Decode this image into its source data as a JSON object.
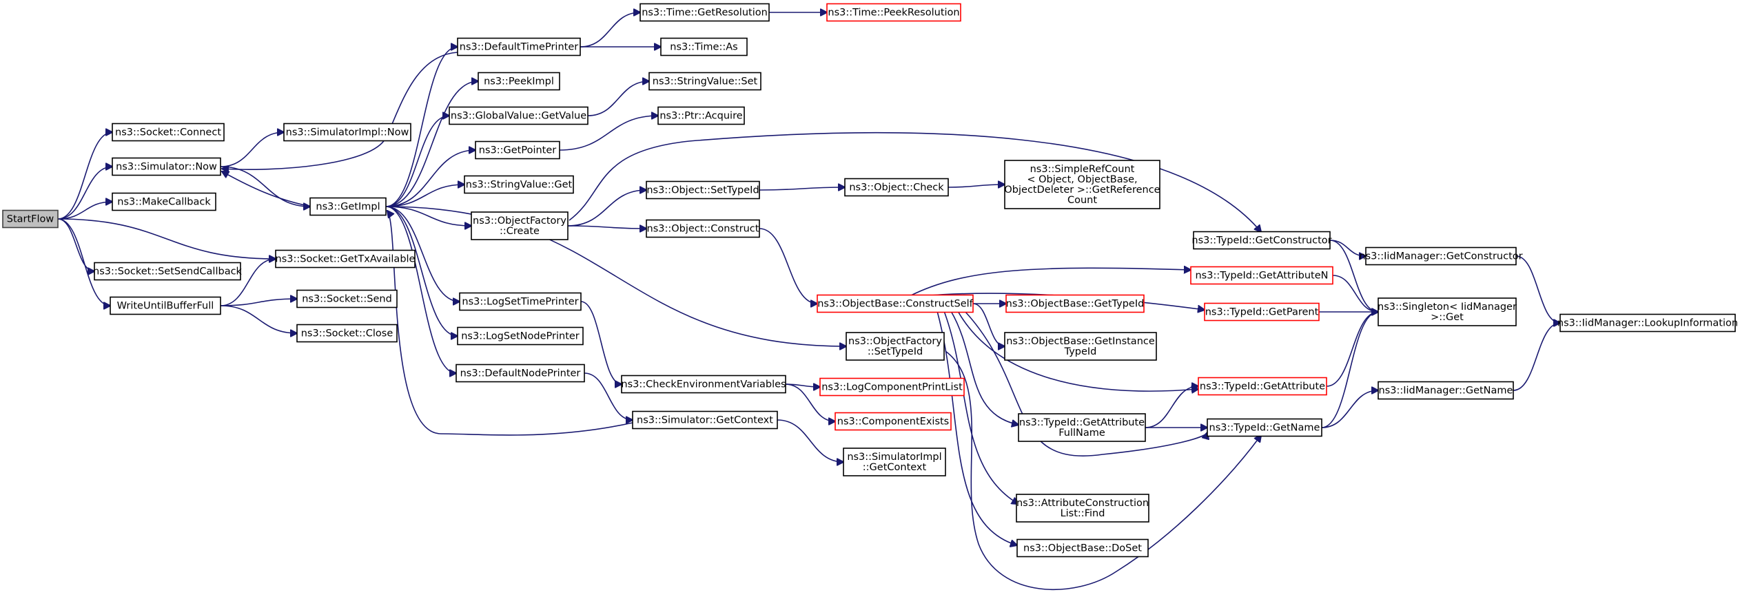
{
  "colors": {
    "edge": "#191970",
    "node_border": "#000000",
    "missing_border": "#ff0000",
    "root_fill": "#bfbfbf"
  },
  "nodes": [
    {
      "id": "StartFlow",
      "lines": [
        "StartFlow"
      ],
      "style": "root"
    },
    {
      "id": "SocketConnect",
      "lines": [
        "ns3::Socket::Connect"
      ]
    },
    {
      "id": "SimulatorNow",
      "lines": [
        "ns3::Simulator::Now"
      ]
    },
    {
      "id": "MakeCallback",
      "lines": [
        "ns3::MakeCallback"
      ]
    },
    {
      "id": "SetSendCallback",
      "lines": [
        "ns3::Socket::SetSendCallback"
      ]
    },
    {
      "id": "WriteUntilBufferFull",
      "lines": [
        "WriteUntilBufferFull"
      ]
    },
    {
      "id": "SimulatorImplNow",
      "lines": [
        "ns3::SimulatorImpl::Now"
      ]
    },
    {
      "id": "GetImpl",
      "lines": [
        "ns3::GetImpl"
      ]
    },
    {
      "id": "GetTxAvailable",
      "lines": [
        "ns3::Socket::GetTxAvailable"
      ]
    },
    {
      "id": "SocketSend",
      "lines": [
        "ns3::Socket::Send"
      ]
    },
    {
      "id": "SocketClose",
      "lines": [
        "ns3::Socket::Close"
      ]
    },
    {
      "id": "DefaultTimePrinter",
      "lines": [
        "ns3::DefaultTimePrinter"
      ]
    },
    {
      "id": "PeekImpl",
      "lines": [
        "ns3::PeekImpl"
      ]
    },
    {
      "id": "GlobalValueGetValue",
      "lines": [
        "ns3::GlobalValue::GetValue"
      ]
    },
    {
      "id": "GetPointer",
      "lines": [
        "ns3::GetPointer"
      ]
    },
    {
      "id": "StringValueGet",
      "lines": [
        "ns3::StringValue::Get"
      ]
    },
    {
      "id": "ObjectFactoryCreate",
      "lines": [
        "ns3::ObjectFactory",
        "::Create"
      ]
    },
    {
      "id": "LogSetTimePrinter",
      "lines": [
        "ns3::LogSetTimePrinter"
      ]
    },
    {
      "id": "LogSetNodePrinter",
      "lines": [
        "ns3::LogSetNodePrinter"
      ]
    },
    {
      "id": "DefaultNodePrinter",
      "lines": [
        "ns3::DefaultNodePrinter"
      ]
    },
    {
      "id": "TimeGetResolution",
      "lines": [
        "ns3::Time::GetResolution"
      ]
    },
    {
      "id": "TimeAs",
      "lines": [
        "ns3::Time::As"
      ]
    },
    {
      "id": "TimePeekResolution",
      "lines": [
        "ns3::Time::PeekResolution"
      ],
      "style": "missing"
    },
    {
      "id": "StringValueSet",
      "lines": [
        "ns3::StringValue::Set"
      ]
    },
    {
      "id": "PtrAcquire",
      "lines": [
        "ns3::Ptr::Acquire"
      ]
    },
    {
      "id": "ObjectSetTypeId",
      "lines": [
        "ns3::Object::SetTypeId"
      ]
    },
    {
      "id": "ObjectConstruct",
      "lines": [
        "ns3::Object::Construct"
      ]
    },
    {
      "id": "ObjectCheck",
      "lines": [
        "ns3::Object::Check"
      ]
    },
    {
      "id": "SimpleRefCount",
      "lines": [
        "ns3::SimpleRefCount",
        "< Object, ObjectBase,",
        " ObjectDeleter >::GetReference",
        "Count"
      ]
    },
    {
      "id": "CheckEnvironmentVariables",
      "lines": [
        "ns3::CheckEnvironmentVariables"
      ]
    },
    {
      "id": "SimulatorGetContext",
      "lines": [
        "ns3::Simulator::GetContext"
      ]
    },
    {
      "id": "LogComponentPrintList",
      "lines": [
        "ns3::LogComponentPrintList"
      ],
      "style": "missing"
    },
    {
      "id": "ComponentExists",
      "lines": [
        "ns3::ComponentExists"
      ],
      "style": "missing"
    },
    {
      "id": "SimulatorImplGetContext",
      "lines": [
        "ns3::SimulatorImpl",
        "::GetContext"
      ]
    },
    {
      "id": "ObjectFactorySetTypeId",
      "lines": [
        "ns3::ObjectFactory",
        "::SetTypeId"
      ]
    },
    {
      "id": "ConstructSelf",
      "lines": [
        "ns3::ObjectBase::ConstructSelf"
      ],
      "style": "missing"
    },
    {
      "id": "ObjectBaseGetTypeId",
      "lines": [
        "ns3::ObjectBase::GetTypeId"
      ],
      "style": "missing"
    },
    {
      "id": "GetInstanceTypeId",
      "lines": [
        "ns3::ObjectBase::GetInstance",
        "TypeId"
      ]
    },
    {
      "id": "GetAttributeFullName",
      "lines": [
        "ns3::TypeId::GetAttribute",
        "FullName"
      ]
    },
    {
      "id": "AttributeConstructionListFind",
      "lines": [
        "ns3::AttributeConstruction",
        "List::Find"
      ]
    },
    {
      "id": "ObjectBaseDoSet",
      "lines": [
        "ns3::ObjectBase::DoSet"
      ]
    },
    {
      "id": "TypeIdGetConstructor",
      "lines": [
        "ns3::TypeId::GetConstructor"
      ]
    },
    {
      "id": "TypeIdGetAttributeN",
      "lines": [
        "ns3::TypeId::GetAttributeN"
      ],
      "style": "missing"
    },
    {
      "id": "TypeIdGetParent",
      "lines": [
        "ns3::TypeId::GetParent"
      ],
      "style": "missing"
    },
    {
      "id": "TypeIdGetAttribute",
      "lines": [
        "ns3::TypeId::GetAttribute"
      ],
      "style": "missing"
    },
    {
      "id": "TypeIdGetName",
      "lines": [
        "ns3::TypeId::GetName"
      ]
    },
    {
      "id": "IidManagerGetConstructor",
      "lines": [
        "ns3::IidManager::GetConstructor"
      ]
    },
    {
      "id": "SingletonGet",
      "lines": [
        "ns3::Singleton< IidManager",
        " >::Get"
      ]
    },
    {
      "id": "IidManagerGetName",
      "lines": [
        "ns3::IidManager::GetName"
      ]
    },
    {
      "id": "IidManagerLookupInformation",
      "lines": [
        "ns3::IidManager::LookupInformation"
      ]
    }
  ],
  "edges": [
    [
      "StartFlow",
      "SocketConnect"
    ],
    [
      "StartFlow",
      "SimulatorNow"
    ],
    [
      "StartFlow",
      "MakeCallback"
    ],
    [
      "StartFlow",
      "SetSendCallback"
    ],
    [
      "StartFlow",
      "WriteUntilBufferFull"
    ],
    [
      "StartFlow",
      "GetTxAvailable"
    ],
    [
      "SimulatorNow",
      "SimulatorImplNow"
    ],
    [
      "SimulatorNow",
      "GetImpl"
    ],
    [
      "WriteUntilBufferFull",
      "GetTxAvailable"
    ],
    [
      "WriteUntilBufferFull",
      "SocketSend"
    ],
    [
      "WriteUntilBufferFull",
      "SocketClose"
    ],
    [
      "GetImpl",
      "SimulatorNow"
    ],
    [
      "GetImpl",
      "DefaultTimePrinter"
    ],
    [
      "GetImpl",
      "PeekImpl"
    ],
    [
      "GetImpl",
      "GlobalValueGetValue"
    ],
    [
      "GetImpl",
      "GetPointer"
    ],
    [
      "GetImpl",
      "StringValueGet"
    ],
    [
      "GetImpl",
      "ObjectFactoryCreate"
    ],
    [
      "GetImpl",
      "LogSetTimePrinter"
    ],
    [
      "GetImpl",
      "LogSetNodePrinter"
    ],
    [
      "GetImpl",
      "DefaultNodePrinter"
    ],
    [
      "GetImpl",
      "ObjectFactorySetTypeId"
    ],
    [
      "DefaultTimePrinter",
      "TimeGetResolution"
    ],
    [
      "DefaultTimePrinter",
      "TimeAs"
    ],
    [
      "DefaultTimePrinter",
      "SimulatorNow"
    ],
    [
      "TimeGetResolution",
      "TimePeekResolution"
    ],
    [
      "GlobalValueGetValue",
      "StringValueSet"
    ],
    [
      "GetPointer",
      "PtrAcquire"
    ],
    [
      "ObjectFactoryCreate",
      "ObjectSetTypeId"
    ],
    [
      "ObjectFactoryCreate",
      "ObjectConstruct"
    ],
    [
      "ObjectFactoryCreate",
      "TypeIdGetConstructor"
    ],
    [
      "ObjectSetTypeId",
      "ObjectCheck"
    ],
    [
      "ObjectCheck",
      "SimpleRefCount"
    ],
    [
      "ObjectConstruct",
      "ConstructSelf"
    ],
    [
      "LogSetTimePrinter",
      "CheckEnvironmentVariables"
    ],
    [
      "DefaultNodePrinter",
      "SimulatorGetContext"
    ],
    [
      "CheckEnvironmentVariables",
      "LogComponentPrintList"
    ],
    [
      "CheckEnvironmentVariables",
      "ComponentExists"
    ],
    [
      "SimulatorGetContext",
      "SimulatorImplGetContext"
    ],
    [
      "SimulatorGetContext",
      "GetImpl"
    ],
    [
      "ObjectFactorySetTypeId",
      "TypeIdGetName"
    ],
    [
      "ConstructSelf",
      "ObjectBaseGetTypeId"
    ],
    [
      "ConstructSelf",
      "GetInstanceTypeId"
    ],
    [
      "ConstructSelf",
      "GetAttributeFullName"
    ],
    [
      "ConstructSelf",
      "AttributeConstructionListFind"
    ],
    [
      "ConstructSelf",
      "ObjectBaseDoSet"
    ],
    [
      "ConstructSelf",
      "TypeIdGetAttributeN"
    ],
    [
      "ConstructSelf",
      "TypeIdGetParent"
    ],
    [
      "ConstructSelf",
      "TypeIdGetAttribute"
    ],
    [
      "ConstructSelf",
      "TypeIdGetName"
    ],
    [
      "GetAttributeFullName",
      "TypeIdGetAttribute"
    ],
    [
      "GetAttributeFullName",
      "TypeIdGetName"
    ],
    [
      "TypeIdGetConstructor",
      "IidManagerGetConstructor"
    ],
    [
      "TypeIdGetConstructor",
      "SingletonGet"
    ],
    [
      "TypeIdGetAttributeN",
      "SingletonGet"
    ],
    [
      "TypeIdGetParent",
      "SingletonGet"
    ],
    [
      "TypeIdGetAttribute",
      "SingletonGet"
    ],
    [
      "TypeIdGetName",
      "SingletonGet"
    ],
    [
      "TypeIdGetName",
      "IidManagerGetName"
    ],
    [
      "IidManagerGetConstructor",
      "IidManagerLookupInformation"
    ],
    [
      "IidManagerGetName",
      "IidManagerLookupInformation"
    ]
  ]
}
